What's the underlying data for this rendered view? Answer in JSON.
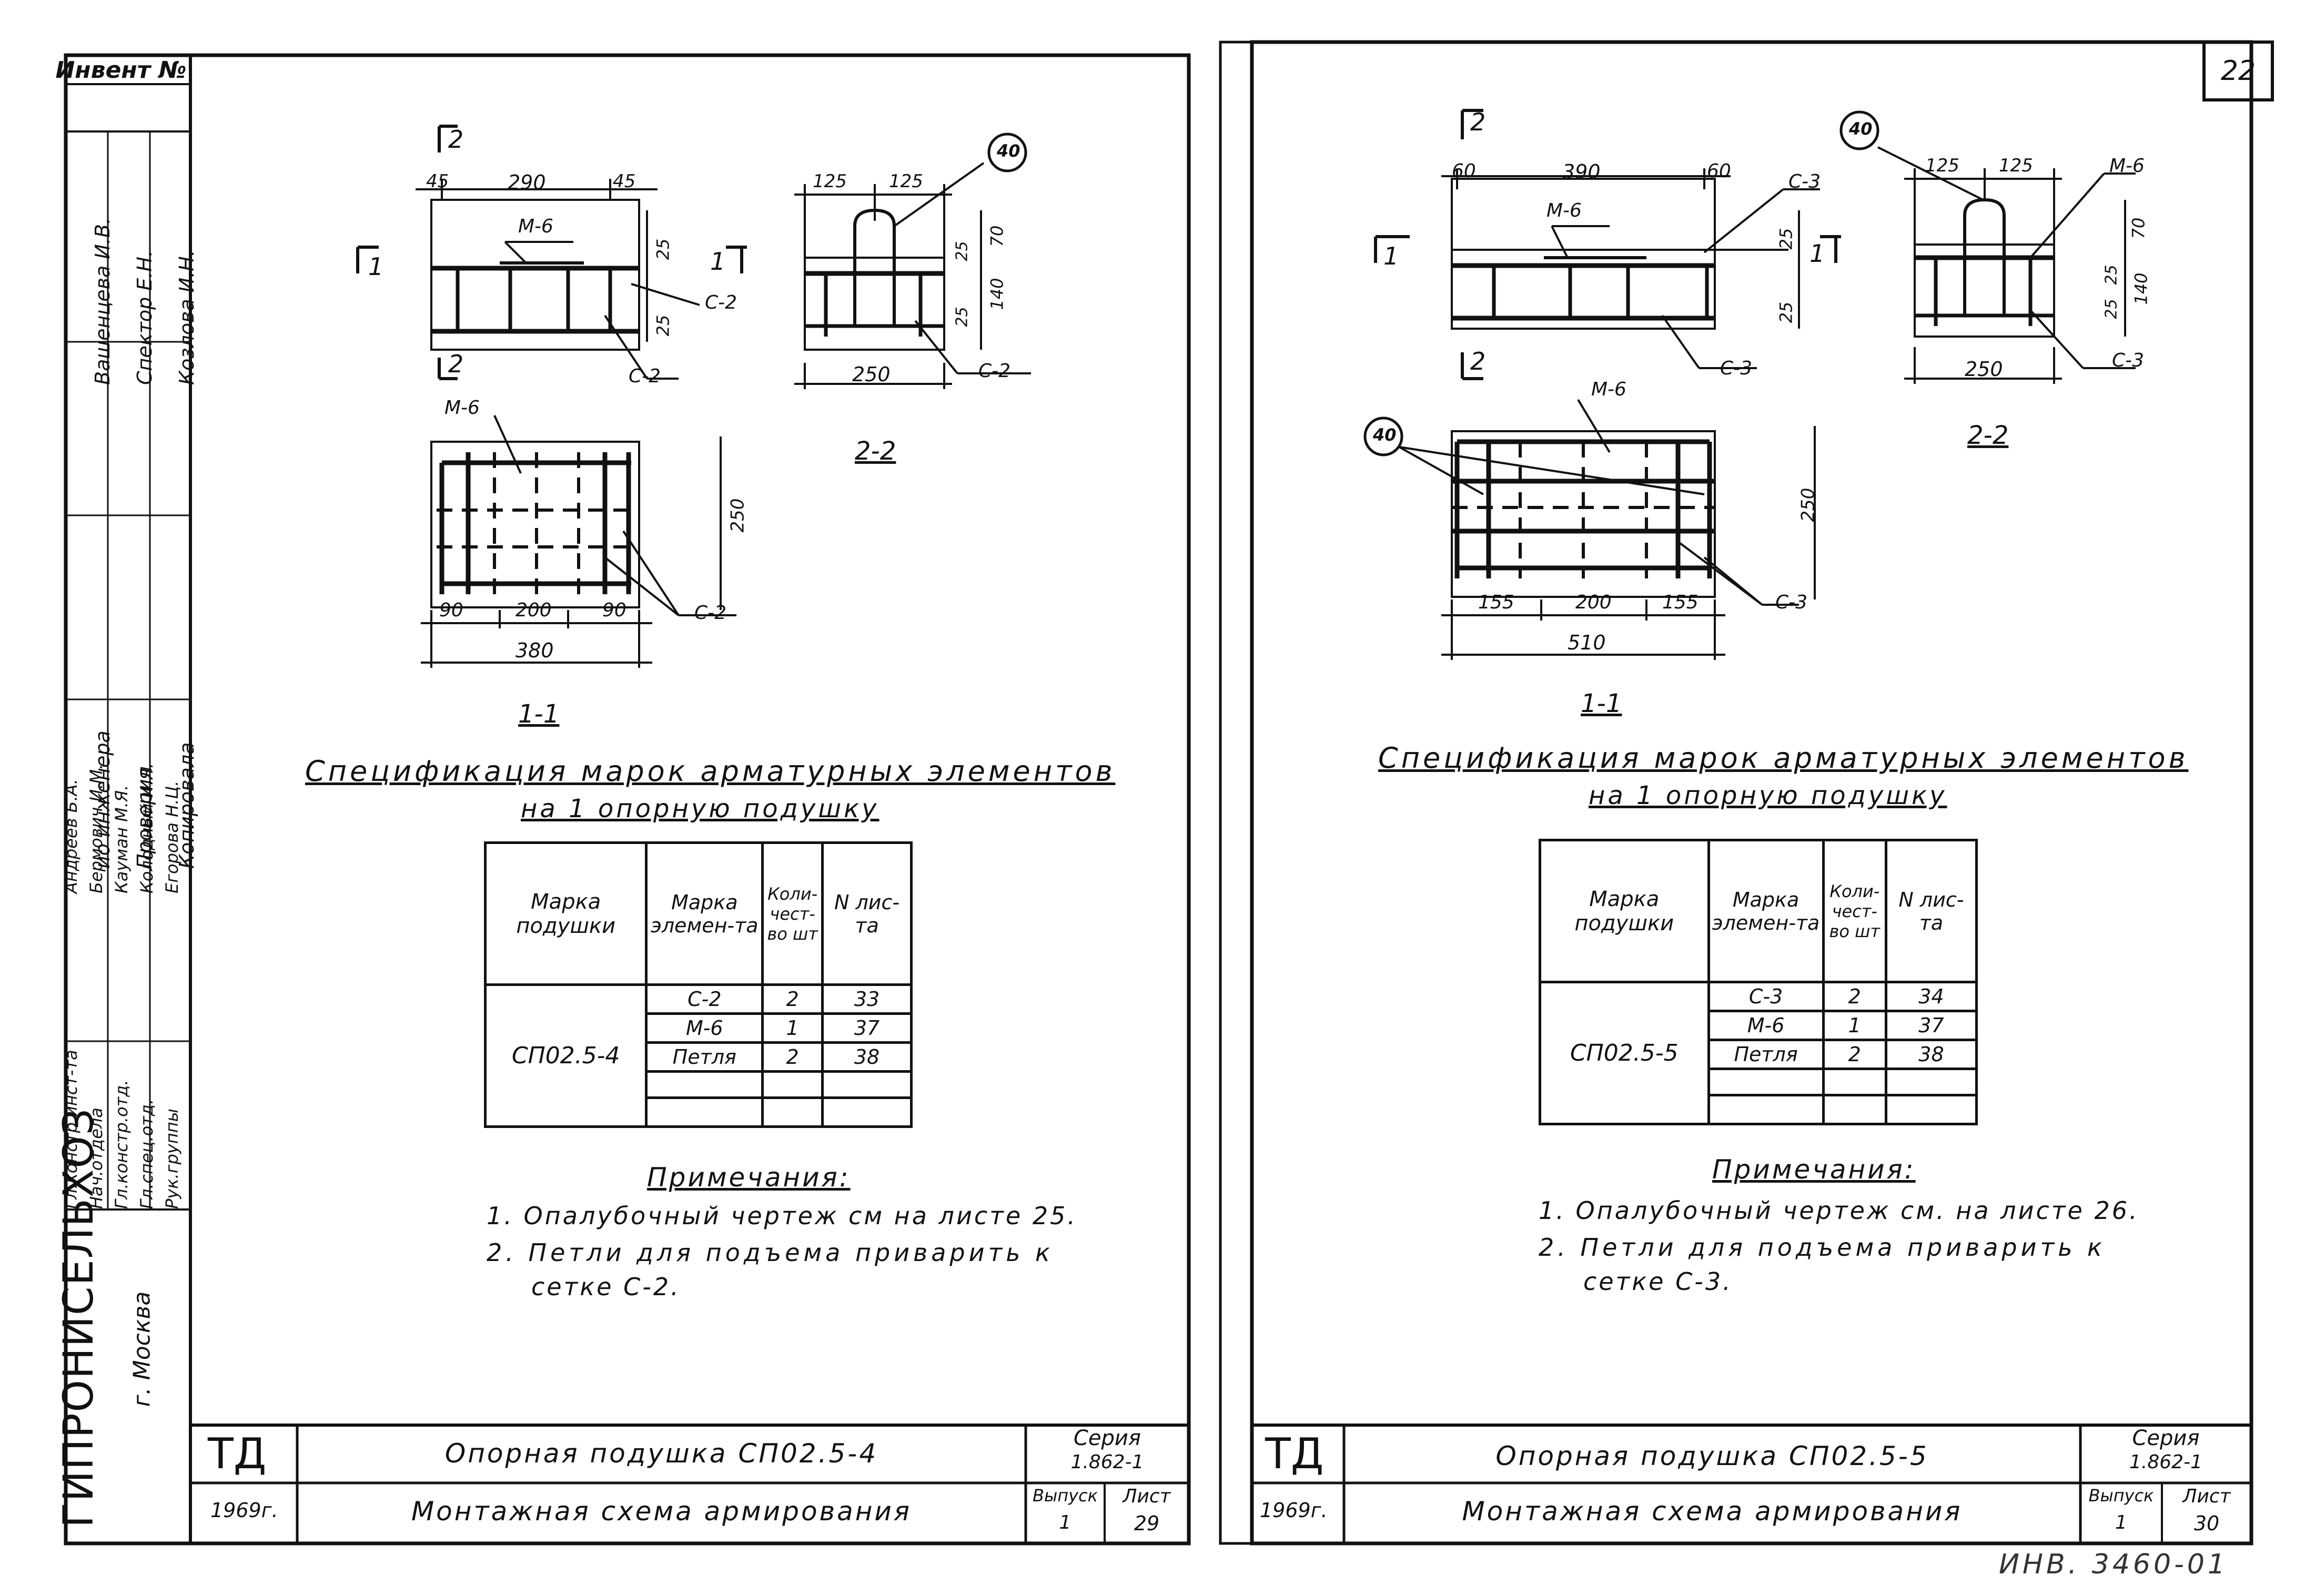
{
  "page_number": "22",
  "inventory_label": "Инвент №",
  "bottom_stamp": "ИНВ. 3460-01",
  "side": {
    "org": "ГИПРОНИСЕЛЬХОЗ",
    "city": "г. Москва",
    "roles_top": [
      "ио инженера",
      "Проверил",
      "Копировала"
    ],
    "names_top": [
      "Вашенцева И.В.",
      "Спектор Е.Н.",
      "Козлова И.Н."
    ],
    "roles_bottom": [
      "Гл.констр.инст-та",
      "Нач.отдела",
      "Гл.констр.отд.",
      "Гл.спец.отд.",
      "Рук.группы"
    ],
    "names_bottom": [
      "Андреев Б.А.",
      "Бермович И.М.",
      "Кауман М.Я.",
      "Колодный И.Я.",
      "Егорова Н.Ц."
    ]
  },
  "sheets": [
    {
      "id": "left",
      "section_2_2": "2-2",
      "section_1_1": "1-1",
      "dims": {
        "top_a": "45",
        "top_b": "290",
        "top_c": "45",
        "side_a": "25",
        "side_b": "25",
        "s22_a": "125",
        "s22_b": "125",
        "s22_c": "70",
        "s22_d": "140",
        "s22_e": "25",
        "s22_f": "25",
        "s22_w": "250",
        "plan_h": "250",
        "plan_a": "90",
        "plan_b": "200",
        "plan_c": "90",
        "plan_w": "380"
      },
      "labels": {
        "mesh": "М-6",
        "net": "С-2",
        "loop": "40",
        "sec1": "1",
        "sec2": "2"
      },
      "spec_title": "Спецификация марок арматурных элементов",
      "spec_sub": "на 1 опорную подушку",
      "table": {
        "h1": "Марка подушки",
        "h2": "Марка элемен-та",
        "h3": "Коли-чест-во шт",
        "h4": "N лис-та",
        "mark": "СП02.5-4",
        "rows": [
          [
            "С-2",
            "2",
            "33"
          ],
          [
            "М-6",
            "1",
            "37"
          ],
          [
            "Петля",
            "2",
            "38"
          ]
        ]
      },
      "notes_title": "Примечания:",
      "notes": [
        "1.  Опалубочный чертеж см на листе 25.",
        "2.  Петли для подъема приварить к",
        "сетке С-2."
      ],
      "stamp": {
        "td": "ТД",
        "year": "1969г.",
        "title": "Опорная подушка СП02.5-4",
        "subtitle": "Монтажная схема армирования",
        "series_label": "Серия",
        "series": "1.862-1",
        "issue_label": "Выпуск",
        "issue": "1",
        "sheet_label": "Лист",
        "sheet": "29"
      }
    },
    {
      "id": "right",
      "section_2_2": "2-2",
      "section_1_1": "1-1",
      "dims": {
        "top_a": "60",
        "top_b": "390",
        "top_c": "60",
        "side_a": "25",
        "side_b": "25",
        "s22_a": "125",
        "s22_b": "125",
        "s22_c": "70",
        "s22_d": "140",
        "s22_e": "25",
        "s22_f": "25",
        "s22_w": "250",
        "plan_h": "250",
        "plan_a": "155",
        "plan_b": "200",
        "plan_c": "155",
        "plan_w": "510"
      },
      "labels": {
        "mesh": "М-6",
        "net": "С-3",
        "loop": "40",
        "sec1": "1",
        "sec2": "2"
      },
      "spec_title": "Спецификация марок арматурных элементов",
      "spec_sub": "на 1 опорную подушку",
      "table": {
        "h1": "Марка подушки",
        "h2": "Марка элемен-та",
        "h3": "Коли-чест-во шт",
        "h4": "N лис-та",
        "mark": "СП02.5-5",
        "rows": [
          [
            "С-3",
            "2",
            "34"
          ],
          [
            "М-6",
            "1",
            "37"
          ],
          [
            "Петля",
            "2",
            "38"
          ]
        ]
      },
      "notes_title": "Примечания:",
      "notes": [
        "1.  Опалубочный чертеж см. на листе 26.",
        "2.  Петли для подъема приварить к",
        "сетке С-3."
      ],
      "stamp": {
        "td": "ТД",
        "year": "1969г.",
        "title": "Опорная подушка СП02.5-5",
        "subtitle": "Монтажная схема армирования",
        "series_label": "Серия",
        "series": "1.862-1",
        "issue_label": "Выпуск",
        "issue": "1",
        "sheet_label": "Лист",
        "sheet": "30"
      }
    }
  ]
}
